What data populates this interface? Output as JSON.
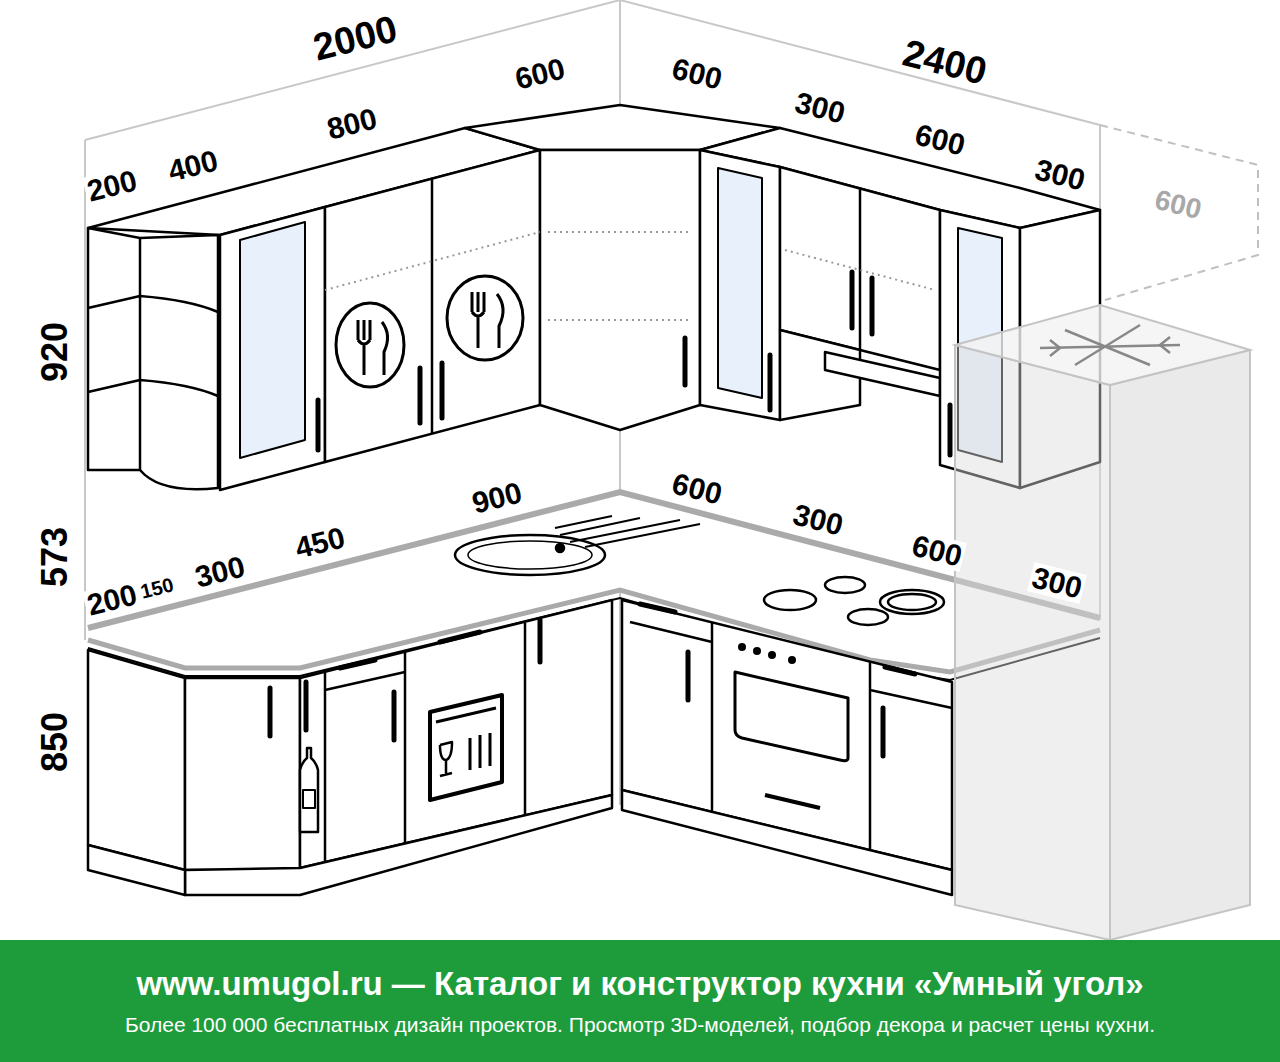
{
  "diagram": {
    "nodes": [
      {
        "text": [
          "www.umugol.ru — Каталог и конструктор кухни «Умный угол»",
          "Более 100 000 бесплатных дизайн проектов. Просмотр 3D-моделей, подбор декора и расчет цены кухни."
        ]
      }
    ],
    "labels": [
      "2000",
      "2400",
      "200",
      "400",
      "800",
      "600",
      "600",
      "300",
      "600",
      "300",
      "600",
      "920",
      "573",
      "850",
      "900",
      "600",
      "300",
      "600",
      "300",
      "200",
      "150",
      "300",
      "450"
    ]
  }
}
